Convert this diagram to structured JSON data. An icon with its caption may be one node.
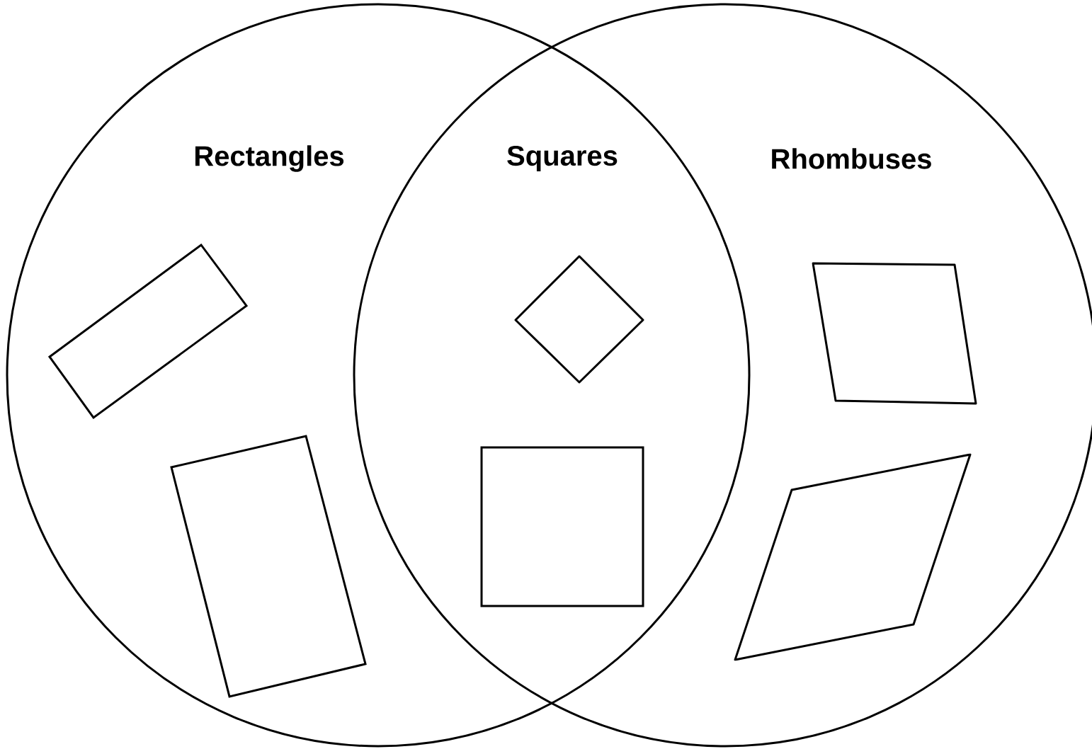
{
  "diagram": {
    "nodes": [
      {
        "text": [
          "Rectangles"
        ]
      },
      {
        "text": [
          "Rhombuses"
        ]
      },
      {
        "text": [],
        "shape": "box",
        "in": 0
      },
      {
        "text": [],
        "shape": "box",
        "in": 0
      },
      {
        "text": [],
        "shape": "diamond"
      },
      {
        "text": [],
        "shape": "box"
      },
      {
        "text": [],
        "shape": "diamond",
        "in": 1
      },
      {
        "text": [],
        "shape": "diamond",
        "in": 1
      }
    ],
    "labels": [
      "Squares"
    ]
  }
}
